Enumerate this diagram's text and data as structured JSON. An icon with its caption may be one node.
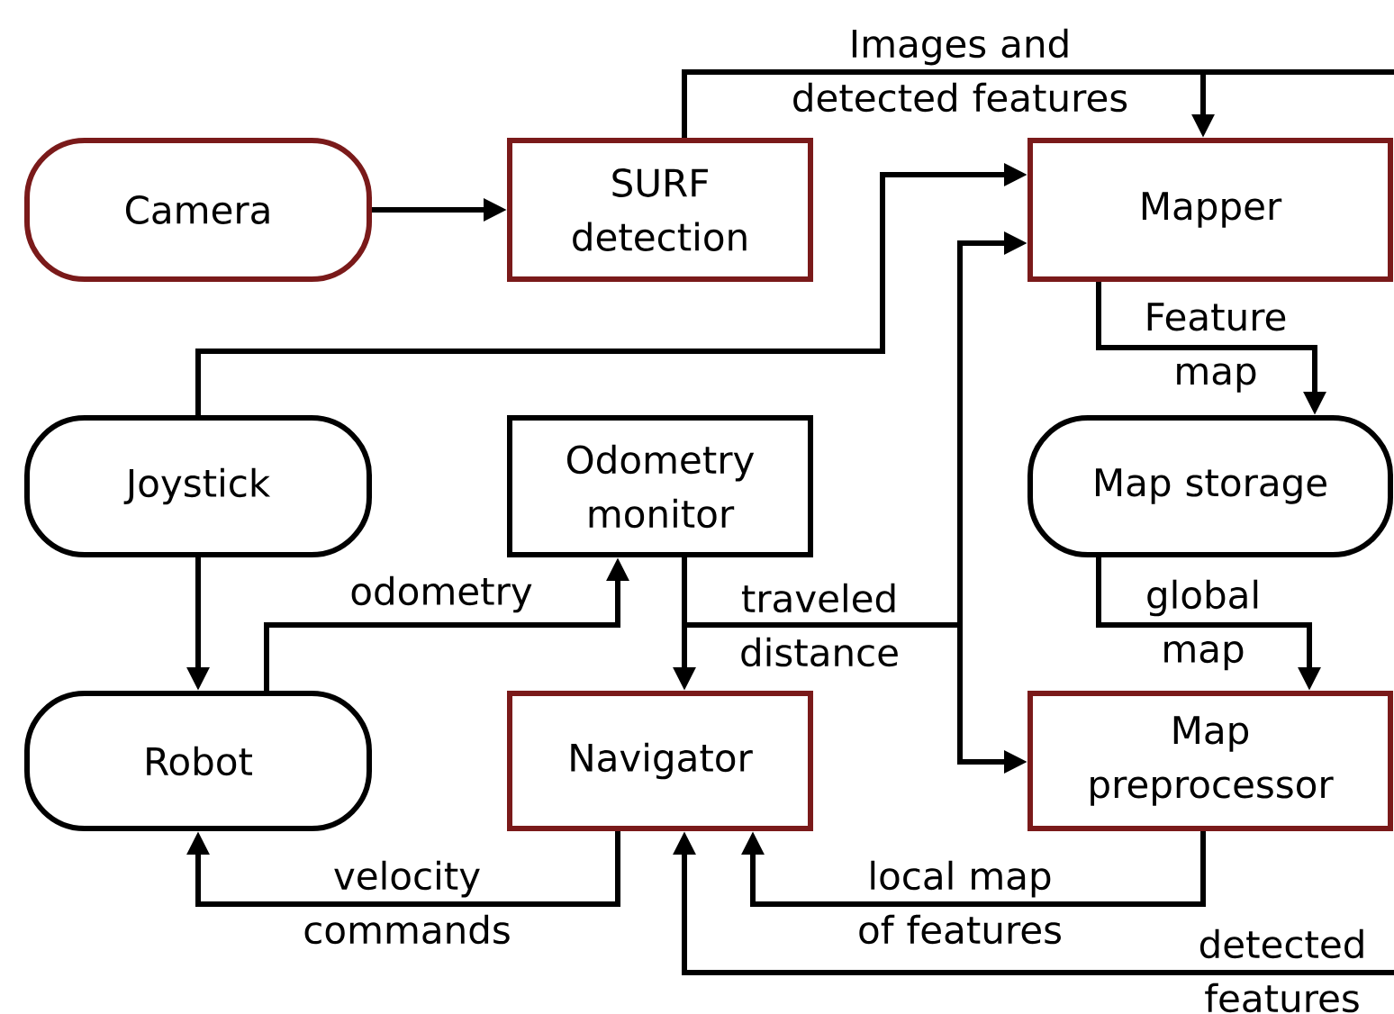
{
  "diagram": {
    "nodes": [
      {
        "text": [
          "Camera"
        ]
      },
      {
        "text": [
          "SURF detection"
        ]
      },
      {
        "text": [
          "Mapper"
        ]
      },
      {
        "text": [
          "Joystick"
        ]
      },
      {
        "text": [
          "Odometry monitor"
        ]
      },
      {
        "text": [
          "Map storage"
        ]
      },
      {
        "text": [
          "Robot"
        ]
      },
      {
        "text": [
          "Navigator"
        ]
      },
      {
        "text": [
          "Map preprocessor"
        ]
      }
    ],
    "edges": [
      {
        "from": 0,
        "to": 1,
        "arrow": "to"
      },
      {
        "from": 1,
        "to": 2,
        "arrow": "to",
        "label": "Images and detected features"
      },
      {
        "from": 3,
        "to": 2,
        "arrow": "to"
      },
      {
        "from": 3,
        "to": 6,
        "arrow": "to"
      },
      {
        "from": 6,
        "to": 4,
        "arrow": "to",
        "label": "odometry"
      },
      {
        "from": 4,
        "to": 7,
        "arrow": "to",
        "label": "traveled distance"
      },
      {
        "from": 4,
        "to": 2,
        "arrow": "to"
      },
      {
        "from": 4,
        "to": 8,
        "arrow": "to"
      },
      {
        "from": 2,
        "to": 5,
        "arrow": "to",
        "label": "Feature map"
      },
      {
        "from": 5,
        "to": 8,
        "arrow": "to",
        "label": "global map"
      },
      {
        "from": 8,
        "to": 7,
        "arrow": "to",
        "label": "local map of features"
      },
      {
        "from": 7,
        "to": 6,
        "arrow": "to",
        "label": "velocity commands"
      },
      {
        "from": null,
        "to": 7,
        "arrow": "to",
        "label": "detected features"
      }
    ]
  }
}
